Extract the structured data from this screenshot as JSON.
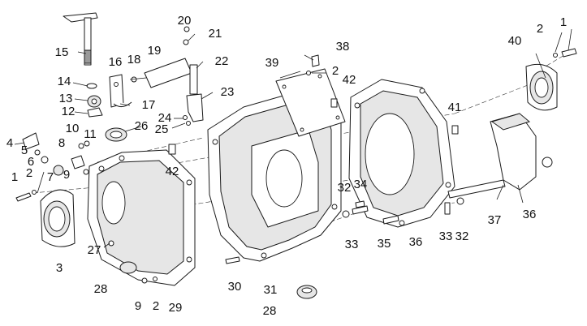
{
  "diagram": {
    "type": "exploded-parts-view",
    "line_color": "#1a1a1a",
    "background": "#ffffff",
    "callouts": [
      {
        "id": "c1a",
        "label": "1"
      },
      {
        "id": "c1b",
        "label": "1"
      },
      {
        "id": "c2a",
        "label": "2"
      },
      {
        "id": "c2b",
        "label": "2"
      },
      {
        "id": "c2c",
        "label": "2"
      },
      {
        "id": "c2d",
        "label": "2"
      },
      {
        "id": "c3",
        "label": "3"
      },
      {
        "id": "c4",
        "label": "4"
      },
      {
        "id": "c5",
        "label": "5"
      },
      {
        "id": "c6",
        "label": "6"
      },
      {
        "id": "c7",
        "label": "7"
      },
      {
        "id": "c8",
        "label": "8"
      },
      {
        "id": "c9a",
        "label": "9"
      },
      {
        "id": "c9b",
        "label": "9"
      },
      {
        "id": "c10",
        "label": "10"
      },
      {
        "id": "c11",
        "label": "11"
      },
      {
        "id": "c12",
        "label": "12"
      },
      {
        "id": "c13",
        "label": "13"
      },
      {
        "id": "c14",
        "label": "14"
      },
      {
        "id": "c15",
        "label": "15"
      },
      {
        "id": "c16",
        "label": "16"
      },
      {
        "id": "c17",
        "label": "17"
      },
      {
        "id": "c18",
        "label": "18"
      },
      {
        "id": "c19",
        "label": "19"
      },
      {
        "id": "c20",
        "label": "20"
      },
      {
        "id": "c21",
        "label": "21"
      },
      {
        "id": "c22",
        "label": "22"
      },
      {
        "id": "c23",
        "label": "23"
      },
      {
        "id": "c24",
        "label": "24"
      },
      {
        "id": "c25",
        "label": "25"
      },
      {
        "id": "c26",
        "label": "26"
      },
      {
        "id": "c27",
        "label": "27"
      },
      {
        "id": "c28a",
        "label": "28"
      },
      {
        "id": "c28b",
        "label": "28"
      },
      {
        "id": "c29",
        "label": "29"
      },
      {
        "id": "c30",
        "label": "30"
      },
      {
        "id": "c31",
        "label": "31"
      },
      {
        "id": "c32a",
        "label": "32"
      },
      {
        "id": "c32b",
        "label": "32"
      },
      {
        "id": "c33a",
        "label": "33"
      },
      {
        "id": "c33b",
        "label": "33"
      },
      {
        "id": "c34",
        "label": "34"
      },
      {
        "id": "c35",
        "label": "35"
      },
      {
        "id": "c36a",
        "label": "36"
      },
      {
        "id": "c36b",
        "label": "36"
      },
      {
        "id": "c37",
        "label": "37"
      },
      {
        "id": "c38",
        "label": "38"
      },
      {
        "id": "c39",
        "label": "39"
      },
      {
        "id": "c40",
        "label": "40"
      },
      {
        "id": "c41",
        "label": "41"
      },
      {
        "id": "c42a",
        "label": "42"
      },
      {
        "id": "c42b",
        "label": "42"
      }
    ]
  }
}
